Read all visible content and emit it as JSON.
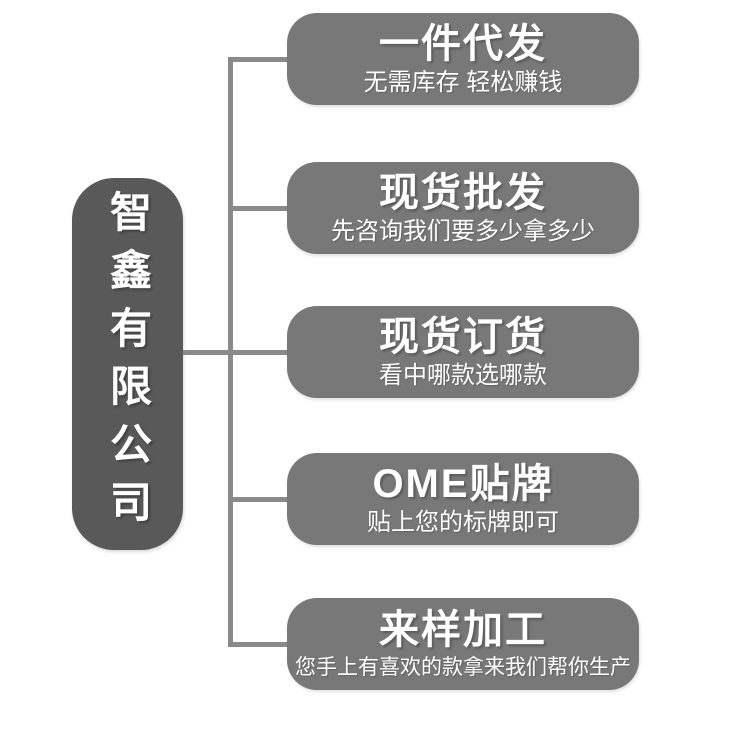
{
  "company": {
    "name": "智鑫有限公司"
  },
  "services": [
    {
      "title": "一件代发",
      "subtitle": "无需库存 轻松赚钱"
    },
    {
      "title": "现货批发",
      "subtitle": "先咨询我们要多少拿多少"
    },
    {
      "title": "现货订货",
      "subtitle": "看中哪款选哪款"
    },
    {
      "title": "OME贴牌",
      "subtitle": "贴上您的标牌即可"
    },
    {
      "title": "来样加工",
      "subtitle": "您手上有喜欢的款拿来我们帮你生产"
    }
  ],
  "colors": {
    "company_box": "#595959",
    "service_box": "#787878",
    "connector": "#8a8a8a",
    "text": "#ffffff",
    "background": "#ffffff"
  }
}
